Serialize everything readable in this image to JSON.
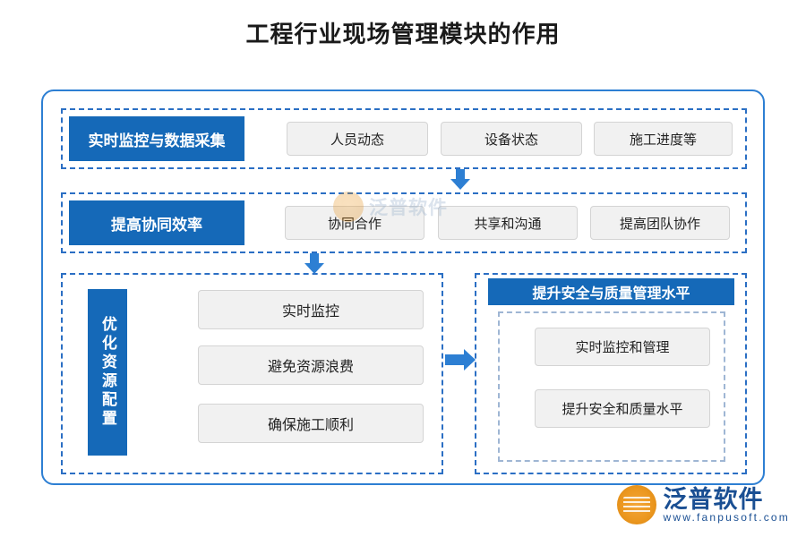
{
  "title": "工程行业现场管理模块的作用",
  "colors": {
    "accent_blue": "#1569b8",
    "frame_blue": "#2d7fd3",
    "dashed_blue": "#2b6fc4",
    "grey_box": "#f1f1f1",
    "logo_blue": "#1a4f93",
    "logo_orange": "#ec9820"
  },
  "sections": [
    {
      "id": "section-monitoring",
      "label": "实时监控与数据采集",
      "items": [
        "人员动态",
        "设备状态",
        "施工进度等"
      ]
    },
    {
      "id": "section-collaboration",
      "label": "提高协同效率",
      "items": [
        "协同合作",
        "共享和沟通",
        "提高团队协作"
      ]
    },
    {
      "id": "section-resource",
      "label": "优化资源配置",
      "items": [
        "实时监控",
        "避免资源浪费",
        "确保施工顺利"
      ]
    },
    {
      "id": "section-safety",
      "label": "提升安全与质量管理水平",
      "items": [
        "实时监控和管理",
        "提升安全和质量水平"
      ]
    }
  ],
  "watermark": {
    "text": "泛普软件"
  },
  "logo": {
    "cn": "泛普软件",
    "en": "www.fanpusoft.com"
  }
}
